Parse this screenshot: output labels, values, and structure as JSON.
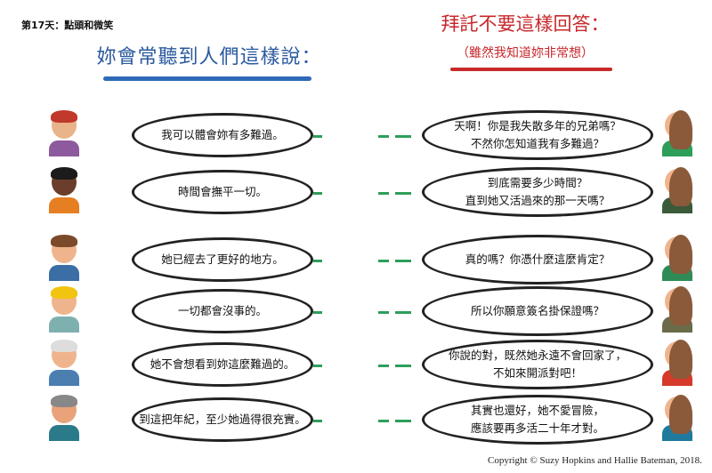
{
  "header": {
    "chapter": "第17天：點頭和微笑"
  },
  "left": {
    "title": "妳會常聽到人們這樣說：",
    "bubbles": [
      "我可以體會妳有多難過。",
      "時間會撫平一切。",
      "她已經去了更好的地方。",
      "一切都會沒事的。",
      "她不會想看到妳這麼難過的。",
      "到這把年紀，至少她過得很充實。"
    ]
  },
  "right": {
    "title": "拜託不要這樣回答：",
    "subtitle": "（雖然我知道妳非常想）",
    "bubbles": [
      {
        "line1": "天啊！你是我失散多年的兄弟嗎？",
        "line2": "不然你怎知道我有多難過？"
      },
      {
        "line1": "到底需要多少時間？",
        "line2": "直到她又活過來的那一天嗎？"
      },
      {
        "line1": "真的嗎？你憑什麼這麼肯定？",
        "line2": ""
      },
      {
        "line1": "所以你願意簽名掛保證嗎？",
        "line2": ""
      },
      {
        "line1": "你說的對，既然她永遠不會回家了，",
        "line2": "不如來開派對吧！"
      },
      {
        "line1": "其實也還好，她不愛冒險，",
        "line2": "應該要再多活二十年才對。"
      }
    ]
  },
  "copyright": "Copyright © Suzy Hopkins and Hallie Bateman, 2018.",
  "colors": {
    "blue": "#2a5a9e",
    "red": "#c8282c",
    "green": "#2e9e5b"
  }
}
